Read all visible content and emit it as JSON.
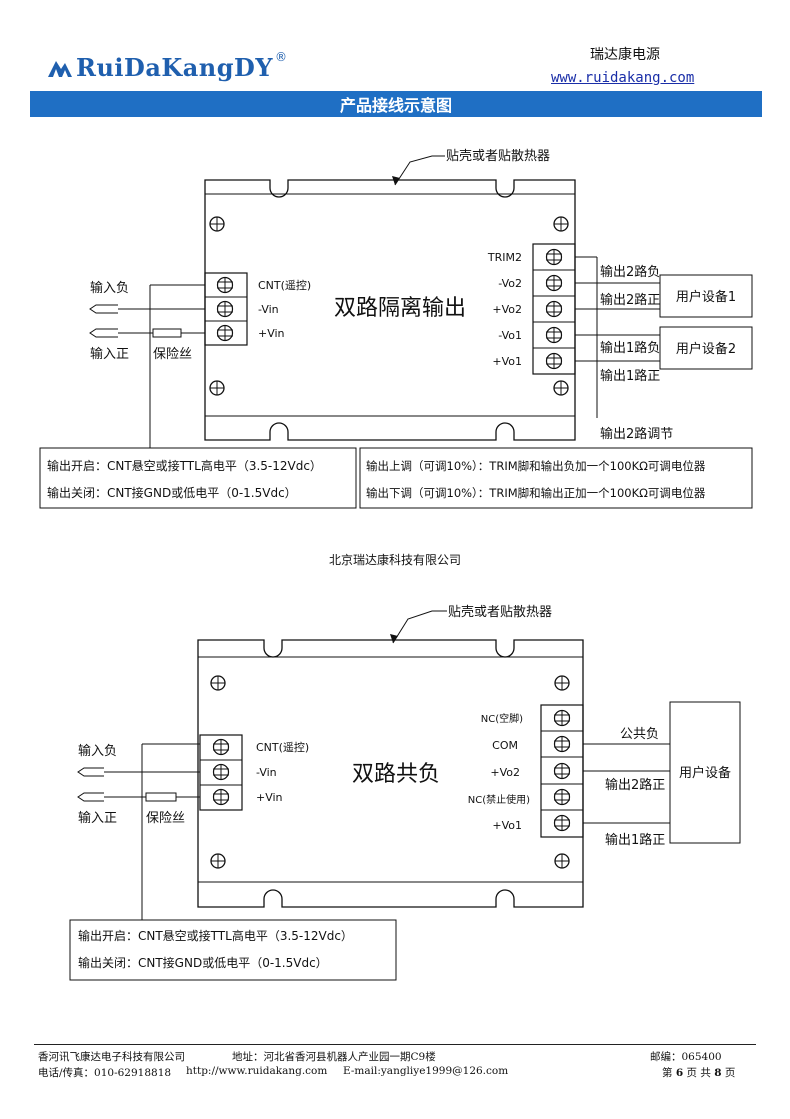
{
  "header": {
    "logo_text": "RuiDaKangDY",
    "logo_reg": "®",
    "brand_cn": "瑞达康电源",
    "website": "www.ruidakang.com"
  },
  "title": "产品接线示意图",
  "diagram1": {
    "heatsink": "贴壳或者贴散热器",
    "title": "双路隔离输出",
    "left_pins": [
      "CNT(遥控)",
      "-Vin",
      "+Vin"
    ],
    "right_pins": [
      "TRIM2",
      "-Vo2",
      "+Vo2",
      "-Vo1",
      "+Vo1"
    ],
    "input_neg": "输入负",
    "input_pos": "输入正",
    "fuse": "保险丝",
    "out2_neg": "输出2路负",
    "out2_pos": "输出2路正",
    "out1_neg": "输出1路负",
    "out1_pos": "输出1路正",
    "out2_adj": "输出2路调节",
    "device1": "用户设备1",
    "device2": "用户设备2",
    "note_left": [
      "输出开启：CNT悬空或接TTL高电平（3.5-12Vdc）",
      "输出关闭：CNT接GND或低电平（0-1.5Vdc）"
    ],
    "note_right": [
      "输出上调（可调10%）：TRIM脚和输出负加一个100KΩ可调电位器",
      "输出下调（可调10%）：TRIM脚和输出正加一个100KΩ可调电位器"
    ]
  },
  "company_mid": "北京瑞达康科技有限公司",
  "diagram2": {
    "heatsink": "贴壳或者贴散热器",
    "title": "双路共负",
    "left_pins": [
      "CNT(遥控)",
      "-Vin",
      "+Vin"
    ],
    "right_pins": [
      "NC(空脚)",
      "COM",
      "+Vo2",
      "NC(禁止使用)",
      "+Vo1"
    ],
    "input_neg": "输入负",
    "input_pos": "输入正",
    "fuse": "保险丝",
    "common_neg": "公共负",
    "out2_pos": "输出2路正",
    "out1_pos": "输出1路正",
    "device": "用户设备",
    "note_left": [
      "输出开启：CNT悬空或接TTL高电平（3.5-12Vdc）",
      "输出关闭：CNT接GND或低电平（0-1.5Vdc）"
    ]
  },
  "footer": {
    "company": "香河讯飞康达电子科技有限公司",
    "address": "地址：河北省香河县机器人产业园一期C9楼",
    "postcode": "邮编：065400",
    "phone": "电话/传真：010-62918818",
    "web": "http://www.ruidakang.com",
    "email": "E-mail:yangliye1999@126.com",
    "page_label_pre": "第",
    "page_current": "6",
    "page_label_mid": "页 共",
    "page_total": "8",
    "page_label_post": "页"
  }
}
